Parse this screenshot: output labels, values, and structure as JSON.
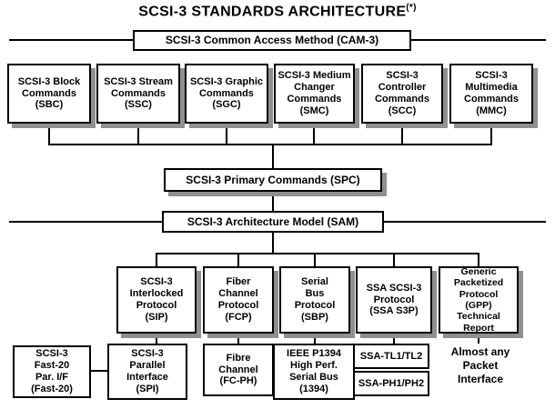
{
  "title": {
    "text": "SCSI-3 STANDARDS ARCHITECTURE",
    "superscript": "(*)"
  },
  "cam_box": {
    "label": "SCSI-3 Common Access Method (CAM-3)"
  },
  "command_row": [
    {
      "label": "SCSI-3 Block\nCommands\n(SBC)"
    },
    {
      "label": "SCSI-3 Stream\nCommands\n(SSC)"
    },
    {
      "label": "SCSI-3 Graphic\nCommands\n(SGC)"
    },
    {
      "label": "SCSI-3 Medium\nChanger\nCommands\n(SMC)"
    },
    {
      "label": "SCSI-3\nController\nCommands\n(SCC)"
    },
    {
      "label": "SCSI-3\nMultimedia\nCommands\n(MMC)"
    }
  ],
  "spc_box": {
    "label": "SCSI-3 Primary Commands (SPC)"
  },
  "sam_box": {
    "label": "SCSI-3 Architecture Model (SAM)"
  },
  "protocol_row": [
    {
      "label": "SCSI-3\nInterlocked\nProtocol\n(SIP)"
    },
    {
      "label": "Fiber\nChannel\nProtocol\n(FCP)"
    },
    {
      "label": "Serial\nBus\nProtocol\n(SBP)"
    },
    {
      "label": "SSA SCSI-3\nProtocol\n(SSA S3P)"
    },
    {
      "label": "Generic\nPacketized\nProtocol\n(GPP)\nTechnical Report"
    }
  ],
  "physical_row": [
    {
      "label": "SCSI-3\nFast-20\nPar. I/F\n(Fast-20)"
    },
    {
      "label": "SCSI-3\nParallel\nInterface\n(SPI)"
    },
    {
      "label": "Fibre\nChannel\n(FC-PH)"
    },
    {
      "label": "IEEE P1394\nHigh Perf.\nSerial Bus\n(1394)"
    },
    {
      "label": "SSA-TL1/TL2"
    },
    {
      "label": "SSA-PH1/PH2"
    }
  ],
  "packet_note": "Almost any\nPacket\nInterface",
  "colors": {
    "line": "#000000",
    "box_border": "#000000",
    "box_background": "#ffffff",
    "shadow": "#8f8f8f",
    "page_background": "#ffffff"
  }
}
